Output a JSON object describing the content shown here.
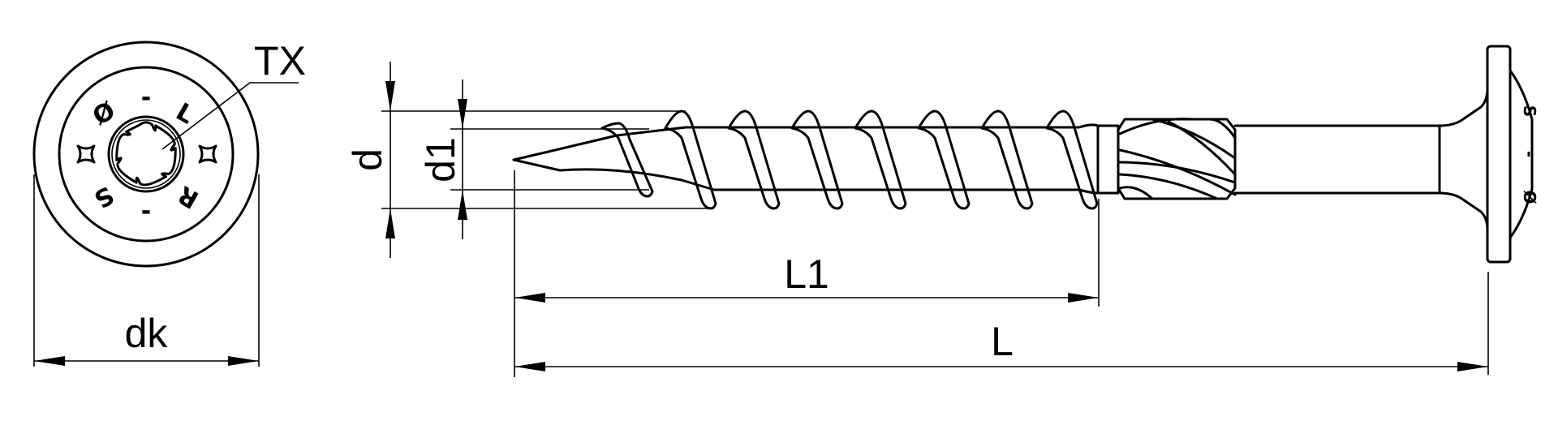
{
  "labels": {
    "tx": "TX",
    "dk": "dk",
    "d": "d",
    "d1": "d1",
    "l1": "L1",
    "l": "L"
  },
  "head_markings": {
    "phi": "Ø",
    "l": "L",
    "r": "R",
    "s": "S",
    "dash_top": "-",
    "dash_bottom": "-"
  },
  "side_markings": {
    "s": "S",
    "dash": "-",
    "phi": "Ø"
  },
  "colors": {
    "line": "#000000",
    "background": "#ffffff"
  }
}
